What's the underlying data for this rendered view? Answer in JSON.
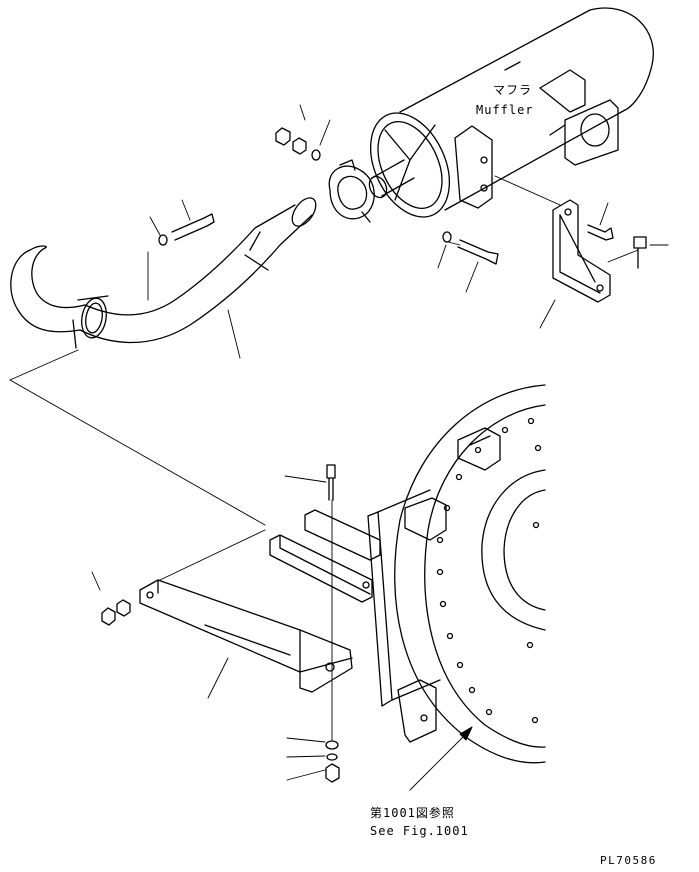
{
  "labels": {
    "muffler_jp": "マフラ",
    "muffler_en": "Muffler",
    "see_fig_jp": "第1001図参照",
    "see_fig_en": "See Fig.1001",
    "drawing_code": "PL70586"
  },
  "colors": {
    "line": "#000000",
    "background": "#ffffff"
  }
}
